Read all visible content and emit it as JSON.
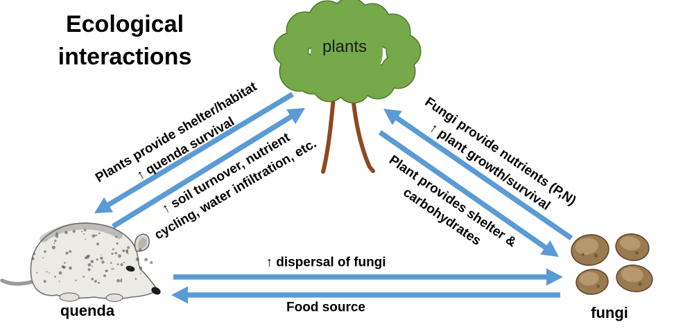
{
  "title": {
    "line1": "Ecological",
    "line2": "interactions"
  },
  "nodes": {
    "plants": {
      "label": "plants"
    },
    "quenda": {
      "label": "quenda"
    },
    "fungi": {
      "label": "fungi"
    }
  },
  "edges": [
    {
      "from": "plants",
      "to": "quenda",
      "label": "Plants provide shelter/habitat\n↑ quenda survival"
    },
    {
      "from": "quenda",
      "to": "plants",
      "label": "↑ soil turnover, nutrient\ncycling, water infiltration, etc."
    },
    {
      "from": "fungi",
      "to": "plants",
      "label": "Fungi provide nutrients (P,N)\n↑ plant growth/survival"
    },
    {
      "from": "plants",
      "to": "fungi",
      "label": "Plant provides shelter &\ncarbohydrates"
    },
    {
      "from": "quenda",
      "to": "fungi",
      "label": "↑ dispersal of fungi"
    },
    {
      "from": "fungi",
      "to": "quenda",
      "label": "Food source"
    }
  ],
  "colors": {
    "arrow": "#5B9BD5",
    "tree_fill": "#76A94A",
    "tree_outline": "#4E7A28",
    "trunk": "#8C4A1F",
    "truffle": "#9A7A50",
    "truffle_dark": "#5F4326",
    "text": "#000000",
    "background": "#FFFFFF"
  }
}
